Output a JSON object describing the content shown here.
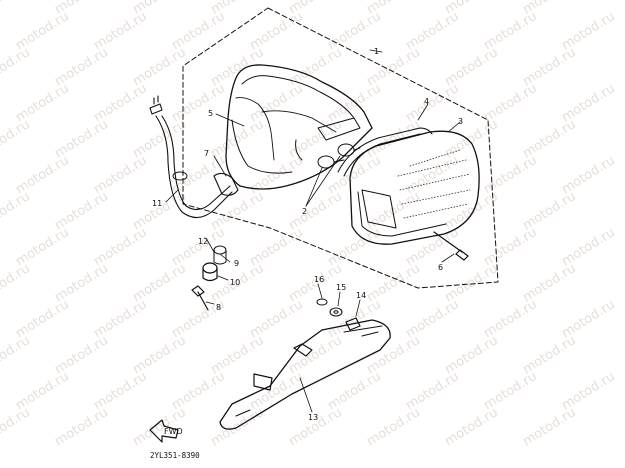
{
  "watermark_text": "motod.ru",
  "drawing_code": "2YL351-8390",
  "fwd_label": "FWD",
  "callouts": {
    "c1": "1",
    "c2": "2",
    "c3": "3",
    "c4": "4",
    "c5": "5",
    "c6": "6",
    "c7": "7",
    "c8": "8",
    "c9": "9",
    "c10": "10",
    "c11": "11",
    "c12": "12",
    "c13": "13",
    "c14": "14",
    "c15": "15",
    "c16": "16"
  }
}
